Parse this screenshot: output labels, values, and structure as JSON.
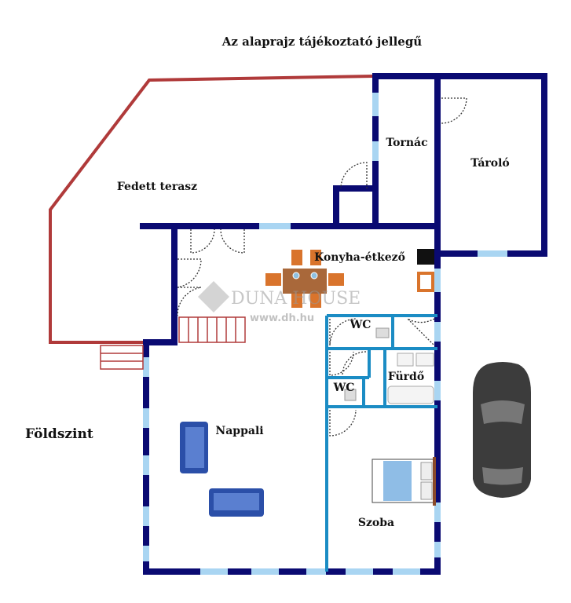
{
  "title": "Az alaprajz tájékoztató jellegű",
  "floor": "Földszint",
  "rooms": {
    "terrace": "Fedett terasz",
    "porch": "Tornác",
    "storage": "Tároló",
    "kitchen": "Konyha-étkező",
    "wc1": "WC",
    "wc2": "WC",
    "bathroom": "Fürdő",
    "living": "Nappali",
    "bedroom": "Szoba"
  },
  "watermark": {
    "brand": "DUNA HOUSE",
    "url": "www.dh.hu"
  },
  "colors": {
    "wall": "#0a0a72",
    "inner_wall": "#1b8cc4",
    "terrace": "#b03a3a",
    "window": "#a9d5f2"
  }
}
